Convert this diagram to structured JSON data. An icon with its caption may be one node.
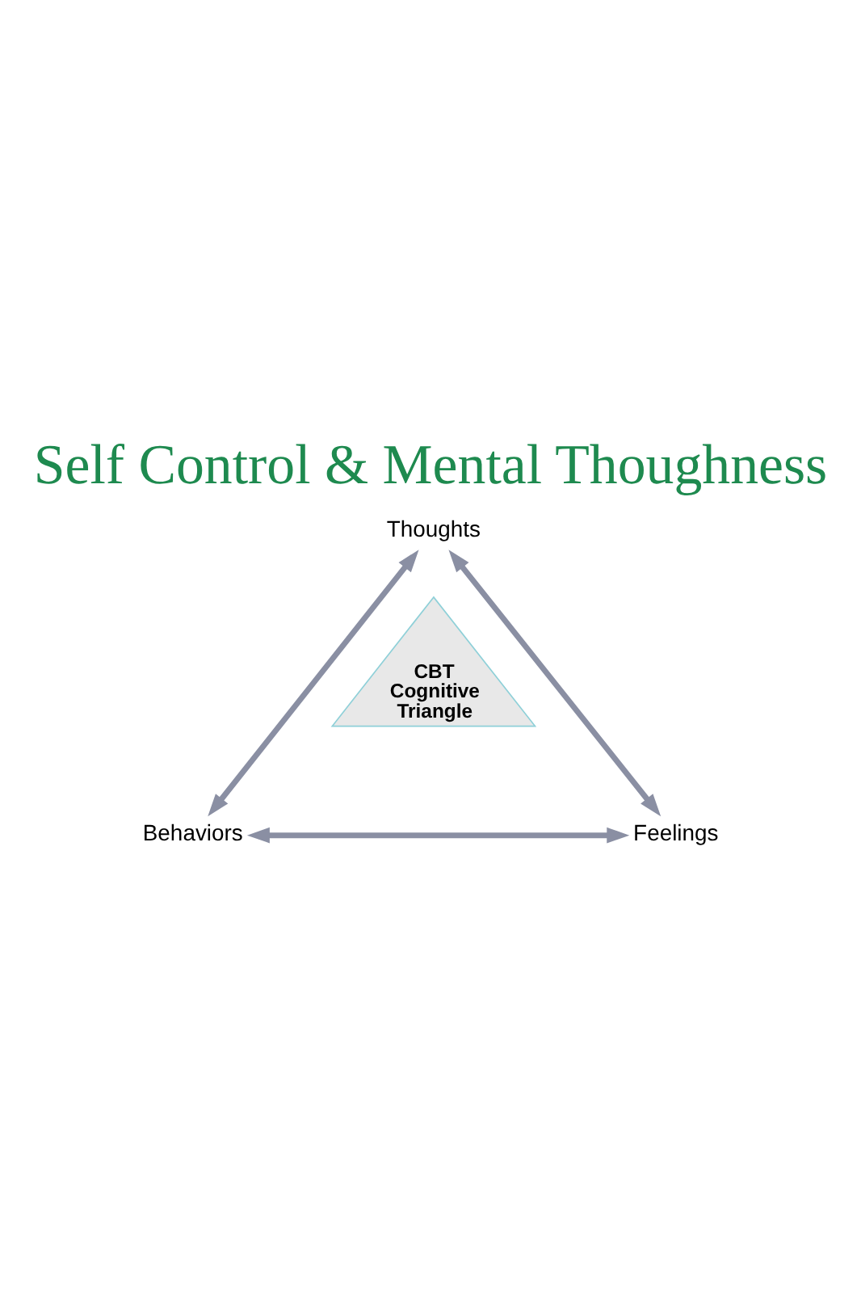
{
  "diagram": {
    "title": "Self Control & Mental Thoughness",
    "nodes": [
      {
        "text": [
          "Thoughts"
        ]
      },
      {
        "text": [
          "CBT Cognitive Triangle"
        ]
      },
      {
        "text": [
          "Behaviors"
        ]
      },
      {
        "text": [
          "Feelings"
        ]
      }
    ],
    "edges": [
      {
        "from": 2,
        "to": 0,
        "arrow": "both"
      },
      {
        "from": 0,
        "to": 3,
        "arrow": "both"
      },
      {
        "from": 2,
        "to": 3,
        "arrow": "both"
      }
    ]
  }
}
